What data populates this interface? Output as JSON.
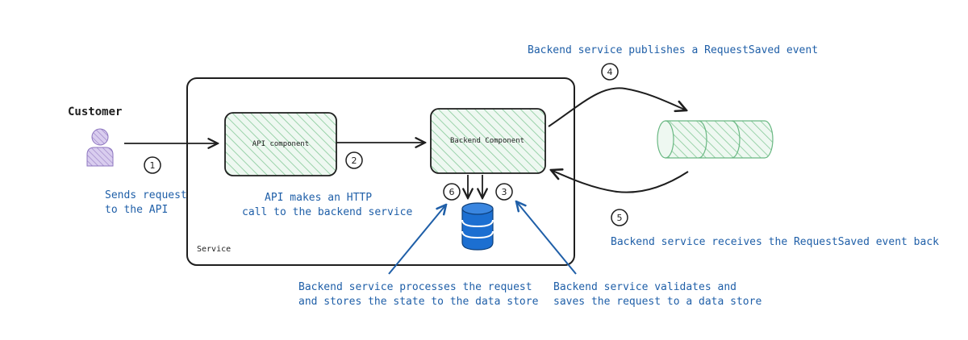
{
  "customer": {
    "label": "Customer"
  },
  "service": {
    "label": "Service"
  },
  "api_component": {
    "label": "API component"
  },
  "backend_component": {
    "label": "Backend Component"
  },
  "steps": {
    "s1": {
      "number": "1",
      "text": [
        "Sends request",
        "to the API"
      ]
    },
    "s2": {
      "number": "2",
      "text": [
        "API makes an HTTP",
        "call to the backend service"
      ]
    },
    "s3": {
      "number": "3",
      "text": [
        "Backend service validates and",
        "saves the request to a data store"
      ]
    },
    "s4": {
      "number": "4",
      "text": [
        "Backend service publishes a RequestSaved event"
      ]
    },
    "s5": {
      "number": "5",
      "text": [
        "Backend service receives the RequestSaved event back"
      ]
    },
    "s6": {
      "number": "6",
      "text": [
        "Backend service processes the request",
        "and stores the state to the data store"
      ]
    }
  },
  "colors": {
    "stroke": "#1e1e1e",
    "annotation": "#1f5fa8",
    "hatch_green": "#7cc48e",
    "fill_green": "#eaf7ee",
    "customer_purple": "#b9a7dc",
    "db_blue": "#1c6fd1"
  }
}
